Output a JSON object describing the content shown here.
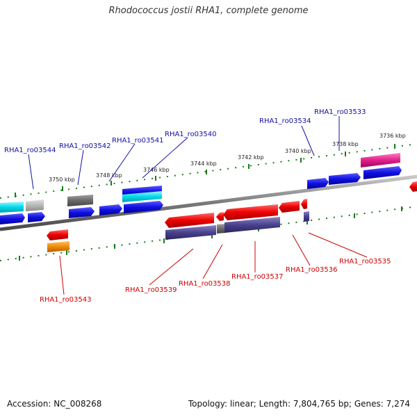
{
  "title": "Rhodococcus jostii RHA1, complete genome",
  "footer": {
    "accession": "Accession: NC_008268",
    "summary": "Topology: linear; Length: 7,804,765 bp; Genes: 7,274"
  },
  "scale_labels": [
    "3736 kbp",
    "3738 kbp",
    "3740 kbp",
    "3742 kbp",
    "3744 kbp",
    "3746 kbp",
    "3748 kbp",
    "3750 kbp"
  ],
  "top_labels": [
    "RHA1_ro03533",
    "RHA1_ro03534",
    "RHA1_ro03540",
    "RHA1_ro03541",
    "RHA1_ro03542",
    "RHA1_ro03544"
  ],
  "bottom_labels": [
    "RHA1_ro03535",
    "RHA1_ro03536",
    "RHA1_ro03537",
    "RHA1_ro03538",
    "RHA1_ro03539",
    "RHA1_ro03543"
  ],
  "colors": {
    "label_top": "#1010a0",
    "label_bottom": "#cc0000",
    "gene_blue": "#1414d8",
    "gene_red": "#e80000",
    "gene_cyan": "#00d8e8",
    "gene_gray": "#707070",
    "gene_lightgray": "#b8b8b8",
    "gene_magenta": "#e0208a",
    "gene_indigo": "#4a428c",
    "gene_orange": "#f08a00",
    "tick": "#1a7a1a"
  }
}
